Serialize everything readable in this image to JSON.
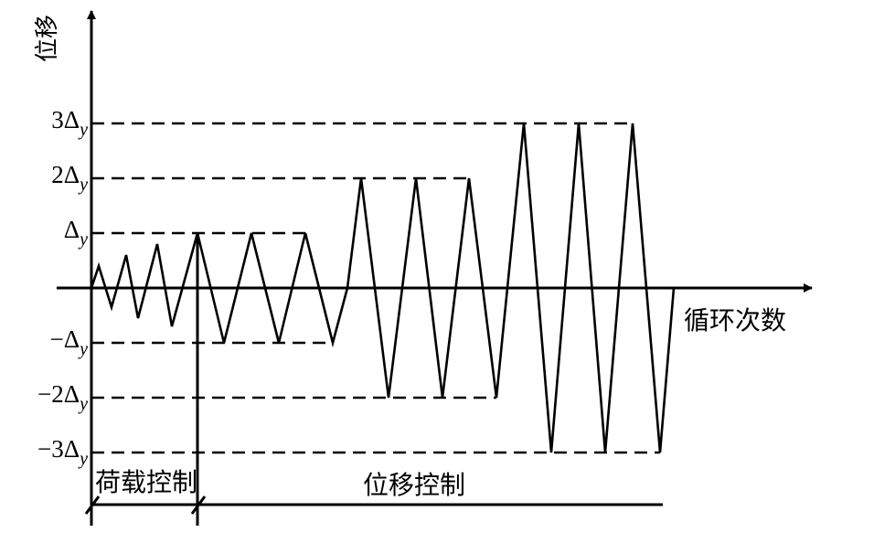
{
  "axes": {
    "y_label": "位移",
    "x_label": "循环次数"
  },
  "levels": [
    {
      "coef": "3",
      "sub": "y",
      "value": 3
    },
    {
      "coef": "2",
      "sub": "y",
      "value": 2
    },
    {
      "coef": "",
      "sub": "y",
      "value": 1
    },
    {
      "coef": "−",
      "sub": "y",
      "value": -1
    },
    {
      "coef": "−2",
      "sub": "y",
      "value": -2
    },
    {
      "coef": "−3",
      "sub": "y",
      "value": -3
    }
  ],
  "delta_symbol": "Δ",
  "phases": {
    "load_control": "荷载控制",
    "displacement_control": "位移控制"
  },
  "waveform_peaks": [
    0,
    0.4,
    -0.35,
    0.6,
    -0.55,
    0.8,
    -0.7,
    1,
    -1,
    1,
    -1,
    1,
    -1,
    0,
    2,
    -2,
    2,
    -2,
    2,
    -2,
    3,
    -3,
    3,
    -3,
    3,
    -3,
    0
  ]
}
